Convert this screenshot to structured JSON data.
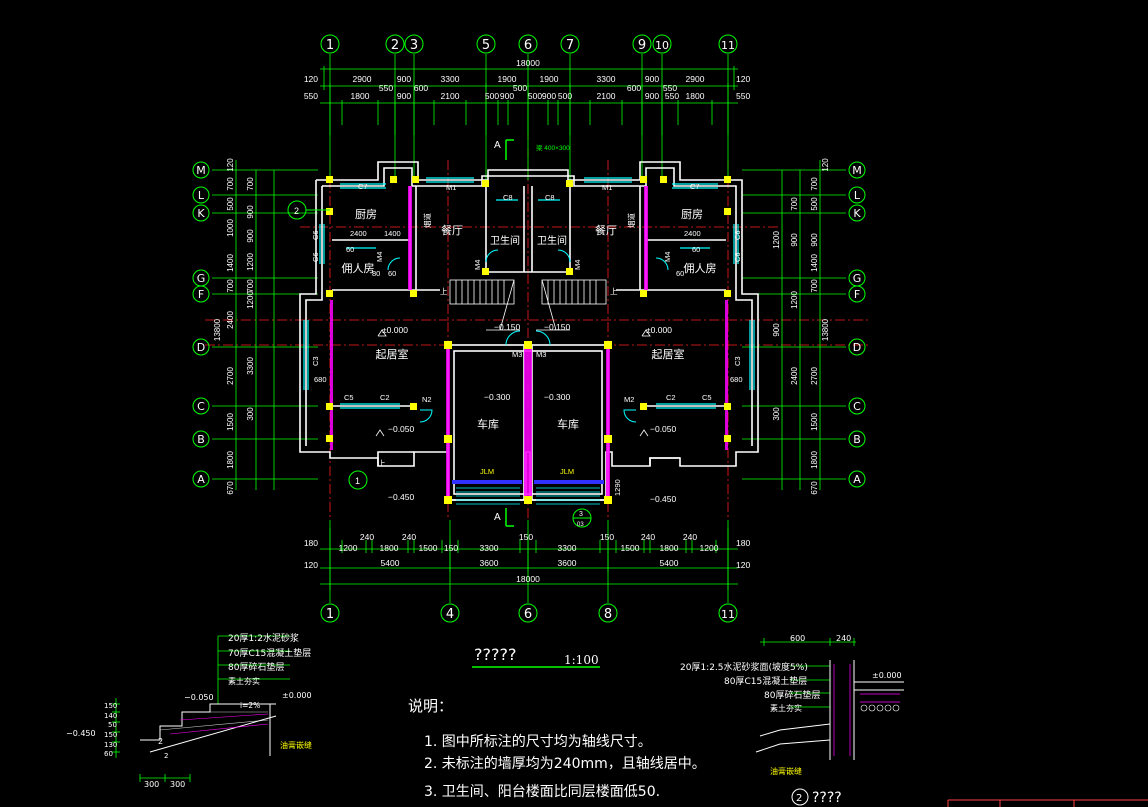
{
  "axes_top": [
    "1",
    "2",
    "3",
    "5",
    "6",
    "7",
    "9",
    "10",
    "11"
  ],
  "axes_bottom": [
    "1",
    "4",
    "6",
    "8",
    "11"
  ],
  "axes_left": [
    "M",
    "L",
    "K",
    "G",
    "F",
    "D",
    "C",
    "B",
    "A"
  ],
  "dims": {
    "top_total": "18000",
    "top_row1": [
      "120",
      "2900",
      "900",
      "3300",
      "1900",
      "1900",
      "3300",
      "900",
      "2900",
      "120"
    ],
    "top_row1b": [
      "550",
      "600",
      "500",
      "600",
      "550"
    ],
    "top_row2": [
      "550",
      "1800",
      "900",
      "2100",
      "500",
      "900",
      "500",
      "900",
      "500",
      "2100",
      "900",
      "550",
      "1800",
      "550"
    ],
    "bottom_row1": [
      "180",
      "1200",
      "240",
      "1800",
      "240",
      "1500",
      "150",
      "3300",
      "150",
      "3300",
      "150",
      "1500",
      "240",
      "1800",
      "240",
      "1200",
      "180"
    ],
    "bottom_row2": [
      "120",
      "5400",
      "3600",
      "3600",
      "5400",
      "120"
    ],
    "bottom_total": "18000",
    "left_outer": [
      "120",
      "700",
      "500",
      "700",
      "1000",
      "900",
      "1400",
      "700",
      "1200",
      "2400",
      "2700",
      "1500",
      "1800",
      "670"
    ],
    "left_inner": [
      "1200",
      "900",
      "700",
      "3300",
      "300"
    ],
    "left_total": "13800",
    "right_outer": [
      "120",
      "700",
      "500",
      "700",
      "900",
      "1400",
      "700",
      "2400",
      "2700",
      "1500",
      "1800",
      "670"
    ],
    "right_inner": [
      "1200",
      "900",
      "1200",
      "900",
      "300"
    ],
    "right_total": "13800"
  },
  "rooms": {
    "kitchen": "厨房",
    "dining": "餐厅",
    "bath": "卫生间",
    "servant": "佣人房",
    "living": "起居室",
    "garage": "车库"
  },
  "levels": {
    "zero": "±0.000",
    "l150": "−0.150",
    "l300": "−0.300",
    "l050": "−0.050",
    "l450": "−0.450"
  },
  "tags": {
    "c7": "C7",
    "m1": "M1",
    "c8": "C8",
    "c6": "C6",
    "c5": "C5",
    "c2": "C2",
    "c3": "C3",
    "m4": "M4",
    "m2": "M2",
    "m3": "M3",
    "n2": "N2",
    "jlm": "JLM",
    "a": "A",
    "up": "上",
    "hood": "烟道",
    "n1": "1",
    "n2b": "2",
    "n3": "3",
    "n03": "03",
    "dim600": "600",
    "dim1200": "1200",
    "dim1400": "1400",
    "dim2400": "2400",
    "dim60": "60",
    "dim80": "80",
    "dim680": "680",
    "dim300": "300",
    "dim2900": "2900",
    "dim1290": "1290",
    "beam": "梁 400×300"
  },
  "title": {
    "text": "?????",
    "scale": "1:100"
  },
  "notes": {
    "heading": "说明：",
    "items": [
      "1. 图中所标注的尺寸均为轴线尺寸。",
      "2. 未标注的墙厚均为240mm，且轴线居中。",
      "3. 卫生间、阳台楼面比同层楼面低50."
    ]
  },
  "detail1": {
    "layers": [
      "20厚1:2水泥砂浆",
      "70厚C15混凝土垫层",
      "80厚碎石垫层",
      "素土夯实"
    ],
    "slope": "i=2%",
    "lv1": "−0.050",
    "lv2": "±0.000",
    "lv3": "−0.450",
    "vdims": [
      "150",
      "140",
      "50",
      "150",
      "130",
      "60"
    ],
    "hdims": [
      "300",
      "300"
    ],
    "ground": "油膏嵌缝",
    "tag": "2",
    "tagsub": "2"
  },
  "detail2": {
    "layers": [
      "20厚1:2.5水泥砂浆面(坡度5%)",
      "80厚C15混凝土垫层",
      "80厚碎石垫层",
      "素土夯实"
    ],
    "d600": "600",
    "d240": "240",
    "level": "±0.000",
    "ground": "油膏嵌缝",
    "title": "????",
    "tag": "2"
  },
  "colors": {
    "bg": "#000000",
    "axis_green": "#00ff00",
    "dim_green": "#00ff00",
    "wall": "#ffffff",
    "hatch": "#ff00ff",
    "red": "#ff0000",
    "yellow": "#ffff00",
    "cyan": "#00ffff",
    "blue": "#4040ff"
  }
}
